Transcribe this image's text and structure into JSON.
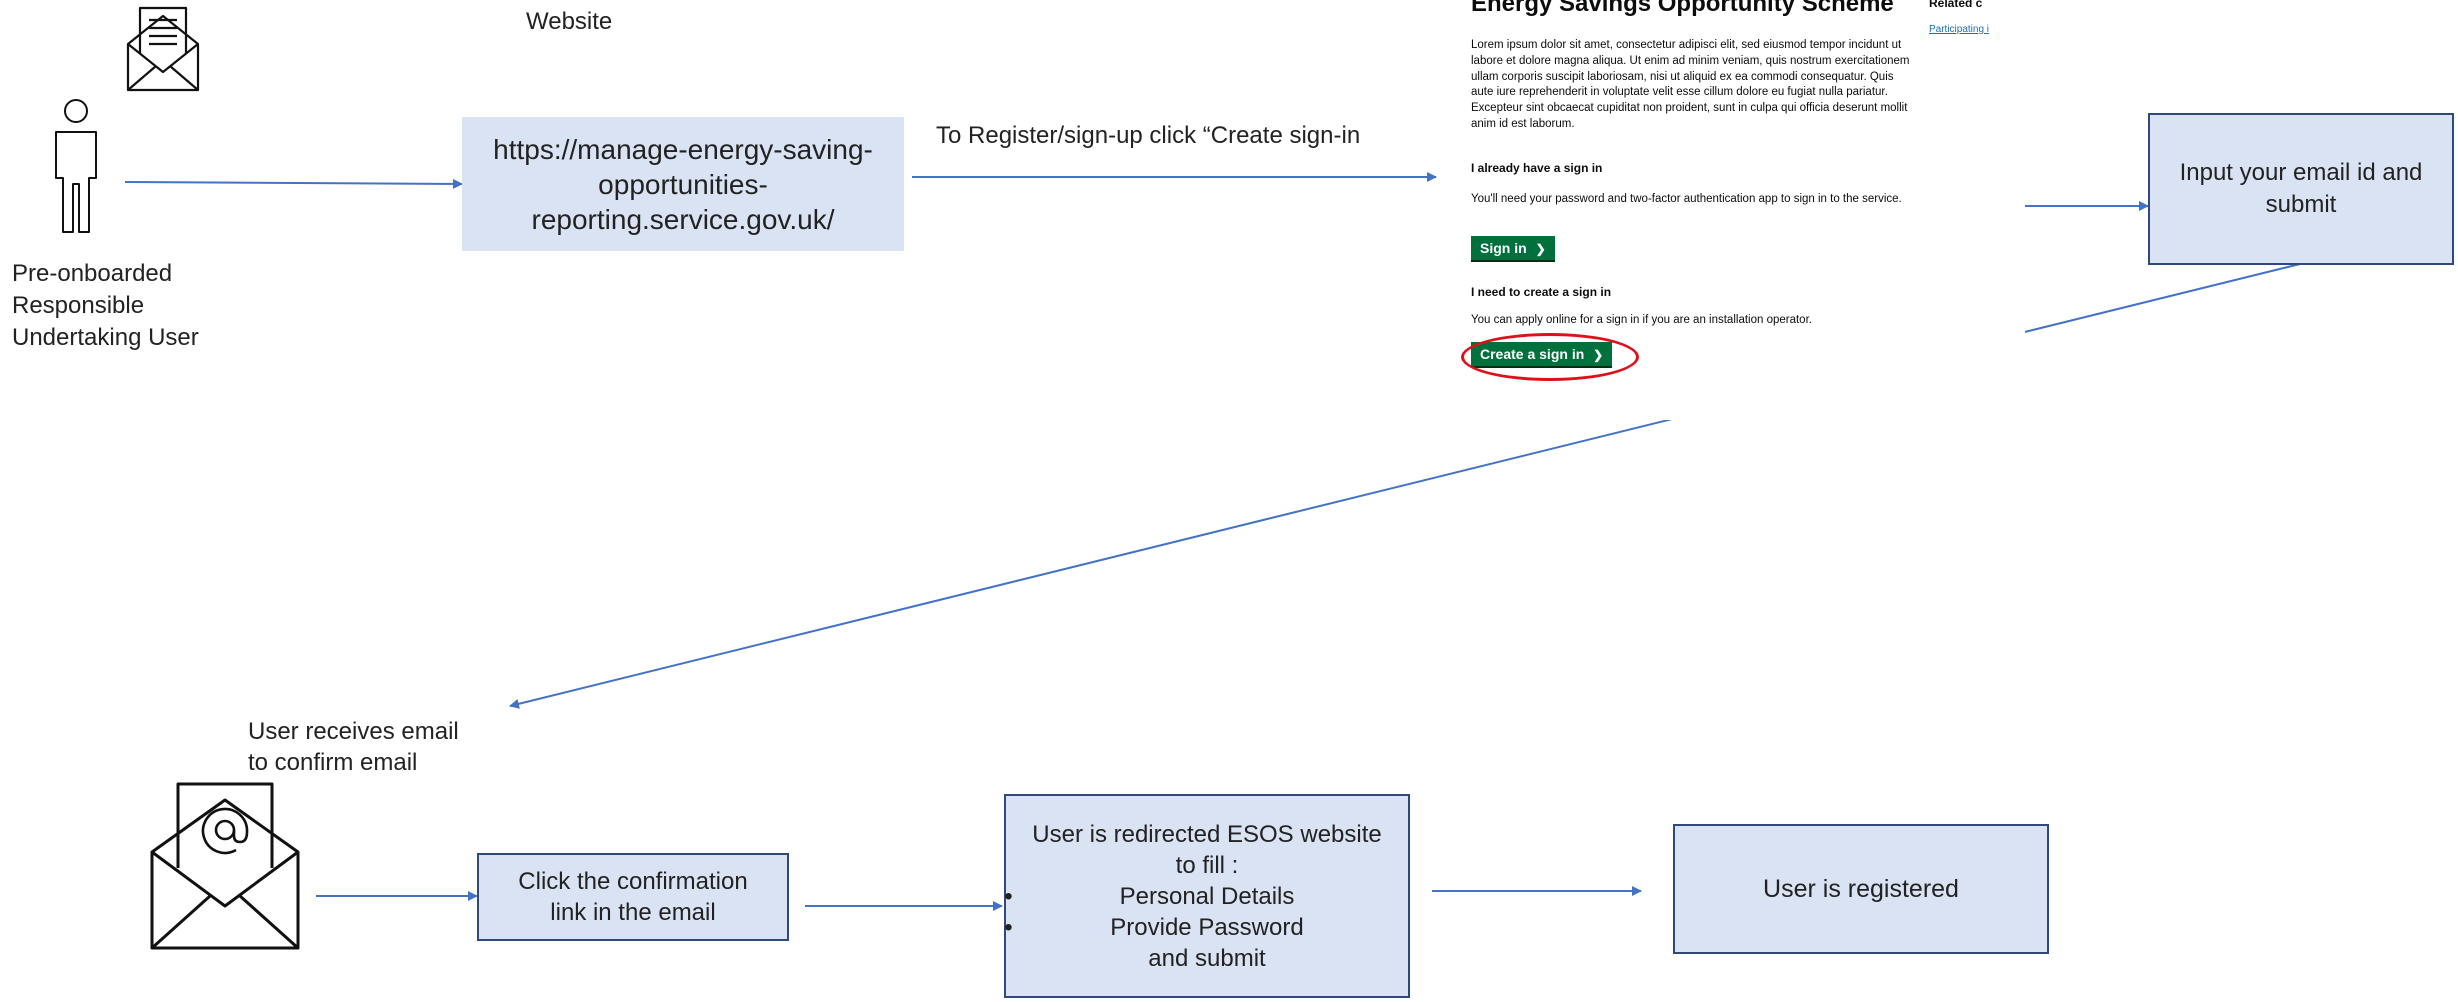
{
  "labels": {
    "website_caption": "Website",
    "user_caption": [
      "Pre-onboarded",
      "Responsible",
      "Undertaking User"
    ],
    "register_instruction": "To Register/sign-up click “Create sign-in",
    "receives_email": [
      "User receives email",
      "to confirm email"
    ]
  },
  "boxes": {
    "url": [
      "https://manage-energy-saving-",
      "opportunities-",
      "reporting.service.gov.uk/"
    ],
    "input_email": [
      "Input your email id and",
      "submit"
    ],
    "click_link": [
      "Click the confirmation",
      "link in the email"
    ],
    "redirect": {
      "lines": [
        "User is redirected ESOS website",
        "to fill :"
      ],
      "bullets": [
        "Personal Details",
        "Provide Password"
      ],
      "tail": "and submit",
      "bullet_glyph": "•"
    },
    "registered": "User is registered"
  },
  "screenshot": {
    "title": "Energy Savings Opportunity Scheme",
    "related_heading": "Related c",
    "related_link": "Participating i",
    "intro": "Lorem ipsum dolor sit amet, consectetur adipisci elit, sed eiusmod tempor incidunt ut labore et dolore magna aliqua. Ut enim ad minim veniam, quis nostrum exercitationem ullam corporis suscipit laboriosam, nisi ut aliquid ex ea commodi consequatur. Quis aute iure reprehenderit in voluptate velit esse cillum dolore eu fugiat nulla pariatur. Excepteur sint obcaecat cupiditat non proident, sunt in culpa qui officia deserunt mollit anim id est laborum.",
    "have_sign_in_heading": "I already have a sign in",
    "have_sign_in_text": "You'll need your password and two-factor authentication app to sign in to the service.",
    "sign_in_button": "Sign in",
    "create_heading": "I need to create a sign in",
    "create_text": "You can apply online for a sign in if you are an installation operator.",
    "create_button": "Create a sign in",
    "button_chevron": "❯"
  },
  "colors": {
    "box_fill": "#dae3f3",
    "box_border": "#2f4a7a",
    "arrow": "#4472c4",
    "gov_green": "#00703c",
    "highlight_red": "#e0101a"
  },
  "icons": [
    "envelope-letter-icon",
    "person-icon",
    "envelope-at-icon"
  ]
}
